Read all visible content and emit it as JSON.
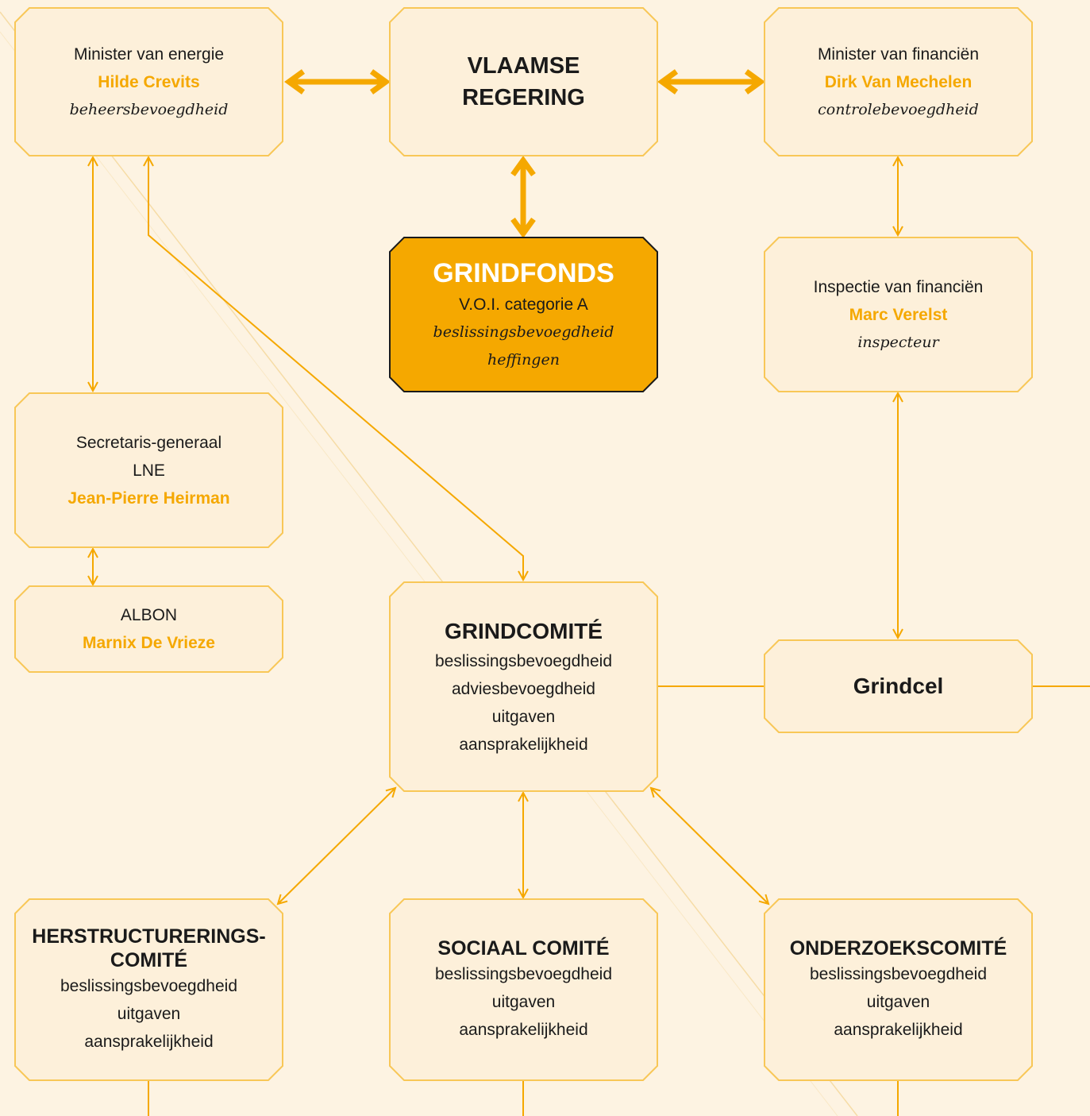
{
  "colors": {
    "background": "#fdf3e2",
    "box_fill": "#fdf0da",
    "box_stroke": "#f8c757",
    "accent": "#f5a800",
    "grindfonds_fill": "#f5a800",
    "grindfonds_stroke": "#1a1a1a",
    "text": "#1a1a1a"
  },
  "top_row": {
    "minister_energie": {
      "title": "Minister van energie",
      "name": "Hilde Crevits",
      "role": "beheersbevoegdheid"
    },
    "vlaamse_regering": {
      "line1": "VLAAMSE",
      "line2": "REGERING",
      "watermark_icon": "flemish-lion-icon"
    },
    "minister_financien": {
      "title": "Minister van financiën",
      "name": "Dirk Van Mechelen",
      "role": "controlebevoegdheid"
    }
  },
  "grindfonds": {
    "title": "GRINDFONDS",
    "line1": "V.O.I. categorie A",
    "line2": "beslissingsbevoegdheid",
    "line3": "heffingen"
  },
  "inspectie": {
    "title": "Inspectie van financiën",
    "name": "Marc Verelst",
    "role": "inspecteur"
  },
  "secretaris": {
    "line1": "Secretaris-generaal",
    "line2": "LNE",
    "name": "Jean-Pierre Heirman"
  },
  "albon": {
    "title": "ALBON",
    "name": "Marnix De Vrieze"
  },
  "grindcomite": {
    "title": "GRINDCOMITÉ",
    "items": [
      "beslissingsbevoegdheid",
      "adviesbevoegdheid",
      "uitgaven",
      "aansprakelijkheid"
    ]
  },
  "grindcel": {
    "title": "Grindcel"
  },
  "bottom_row": {
    "herstructurering": {
      "title_line1": "HERSTRUCTURERINGS-",
      "title_line2": "COMITÉ",
      "items": [
        "beslissingsbevoegdheid",
        "uitgaven",
        "aansprakelijkheid"
      ]
    },
    "sociaal": {
      "title": "SOCIAAL COMITÉ",
      "items": [
        "beslissingsbevoegdheid",
        "uitgaven",
        "aansprakelijkheid"
      ]
    },
    "onderzoek": {
      "title": "ONDERZOEKSCOMITÉ",
      "items": [
        "beslissingsbevoegdheid",
        "uitgaven",
        "aansprakelijkheid"
      ]
    }
  }
}
